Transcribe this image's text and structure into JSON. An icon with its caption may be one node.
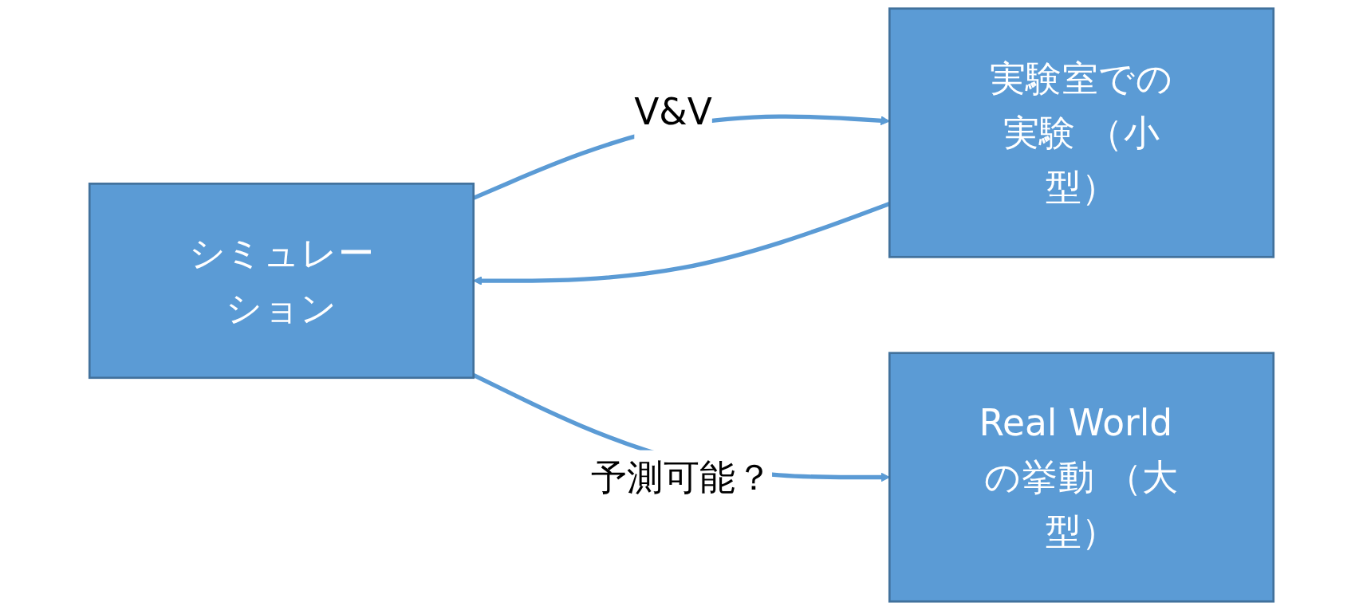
{
  "diagram": {
    "nodes": [
      {
        "text": [
          "シミュレーション"
        ]
      },
      {
        "text": [
          "実験室での実験 （小型）"
        ]
      },
      {
        "text": [
          "Real World の挙動 （大型）"
        ]
      }
    ],
    "edges": [
      {
        "from": 0,
        "to": 1,
        "arrow": "to",
        "label": "V&V"
      },
      {
        "from": 1,
        "to": 0,
        "arrow": "to"
      },
      {
        "from": 0,
        "to": 2,
        "arrow": "to",
        "label": "予測可能？"
      }
    ]
  }
}
